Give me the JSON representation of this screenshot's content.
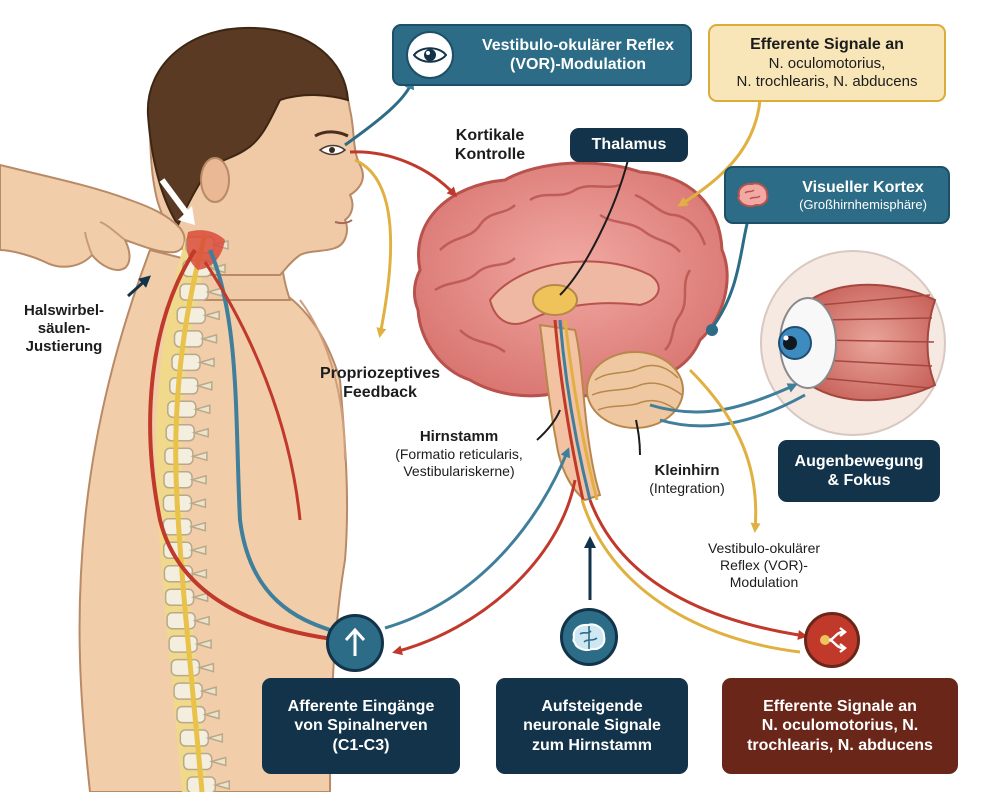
{
  "labels": {
    "vor_top_line1": "Vestibulo-okulärer Reflex",
    "vor_top_line2": "(VOR)-Modulation",
    "efferent_top_title": "Efferente Signale an",
    "efferent_top_line2": "N. oculomotorius,",
    "efferent_top_line3": "N. trochlearis, N. abducens",
    "cortical_line1": "Kortikale",
    "cortical_line2": "Kontrolle",
    "thalamus": "Thalamus",
    "visual_cortex_title": "Visueller Kortex",
    "visual_cortex_sub": "(Großhirnhemisphäre)",
    "cervical_line1": "Halswirbel-",
    "cervical_line2": "säulen-",
    "cervical_line3": "Justierung",
    "proprio_line1": "Propriozeptives",
    "proprio_line2": "Feedback",
    "brainstem_title": "Hirnstamm",
    "brainstem_sub1": "(Formatio reticularis,",
    "brainstem_sub2": "Vestibulariskerne)",
    "cerebellum_title": "Kleinhirn",
    "cerebellum_sub": "(Integration)",
    "eye_move_line1": "Augenbewegung",
    "eye_move_line2": "& Fokus",
    "vor_mid_line1": "Vestibulo-okulärer",
    "vor_mid_line2": "Reflex (VOR)-",
    "vor_mid_line3": "Modulation",
    "afferent_line1": "Afferente Eingänge",
    "afferent_line2": "von Spinalnerven",
    "afferent_line3": "(C1-C3)",
    "ascending_line1": "Aufsteigende",
    "ascending_line2": "neuronale Signale",
    "ascending_line3": "zum Hirnstamm",
    "efferent_bottom_line1": "Efferente Signale an",
    "efferent_bottom_line2": "N. oculomotorius, N.",
    "efferent_bottom_line3": "trochlearis, N. abducens"
  },
  "icons": {
    "vor_top": "eye-icon",
    "visual_cortex": "brain-icon",
    "afferent": "arrow-up-icon",
    "ascending": "brain-icon",
    "efferent": "branching-arrows-icon"
  },
  "colors": {
    "dark_navy": "#123349",
    "teal": "#2c6c86",
    "brown": "#6a2618",
    "yellow_fill": "#f8e6b8",
    "yellow_border": "#d9ac3c",
    "red_arrow": "#c0392b",
    "blue_arrow": "#3f7f9b",
    "yellow_arrow": "#e0b040",
    "skin": "#f0c9a6",
    "hair": "#5a3a22",
    "brain": "#e48b88"
  }
}
